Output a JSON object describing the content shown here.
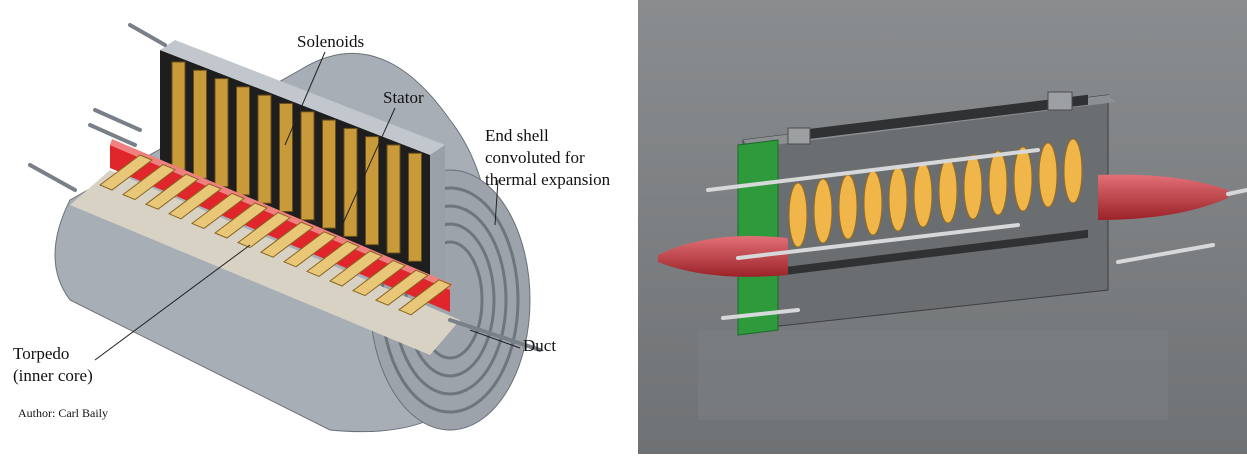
{
  "left_diagram": {
    "labels": {
      "solenoids": "Solenoids",
      "stator": "Stator",
      "end_shell_1": "End shell",
      "end_shell_2": "convoluted for",
      "end_shell_3": "thermal expansion",
      "duct": "Duct",
      "torpedo_1": "Torpedo",
      "torpedo_2": "(inner core)",
      "author": "Author: Carl Baily"
    },
    "colors": {
      "shell": "#a8aeb6",
      "shell_dark": "#7f858d",
      "coil": "#c89a3a",
      "coil_light": "#e8c878",
      "red_core": "#e0262a",
      "frame": "#1e1e1e"
    },
    "coil_count_top": 12,
    "coil_count_bottom": 14
  },
  "right_render": {
    "colors": {
      "background": "#8a8d8f",
      "background_dark": "#6f7274",
      "body": "#6b6e71",
      "fin": "#f0b64a",
      "nose": "#c8343a",
      "flange": "#2e9a3c"
    },
    "fin_count": 12
  }
}
